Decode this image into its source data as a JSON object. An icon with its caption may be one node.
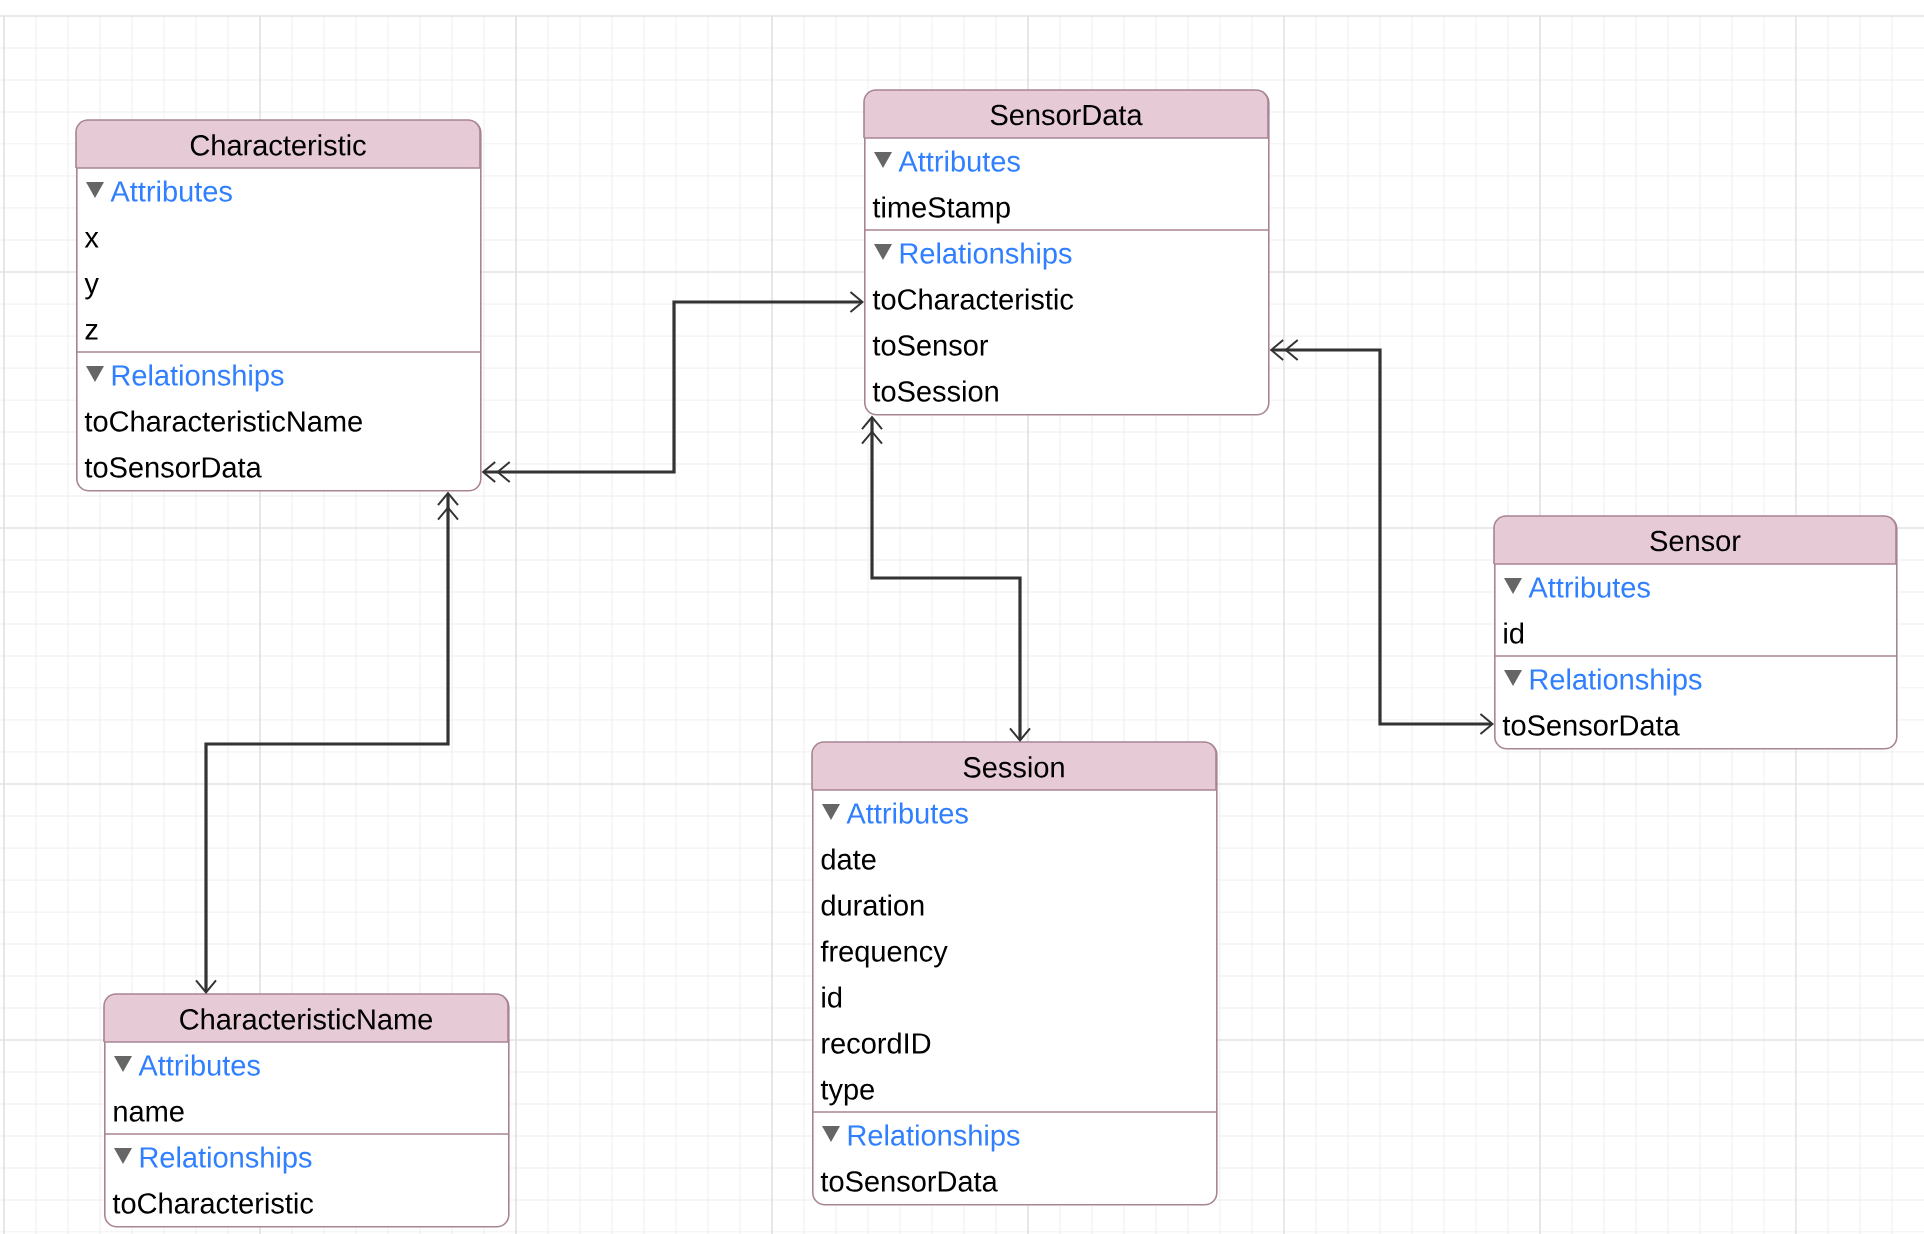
{
  "diagram": {
    "nodes": [
      {
        "text": [
          "Characteristic"
        ]
      },
      {
        "text": [
          "Attributes",
          "x",
          "y",
          "z"
        ],
        "in": 0
      },
      {
        "text": [
          "Relationships",
          "toCharacteristicName",
          "toSensorData"
        ],
        "in": 0
      },
      {
        "text": [
          "SensorData"
        ]
      },
      {
        "text": [
          "Attributes",
          "timeStamp"
        ],
        "in": 3
      },
      {
        "text": [
          "Relationships",
          "toCharacteristic",
          "toSensor",
          "toSession"
        ],
        "in": 3
      },
      {
        "text": [
          "Sensor"
        ]
      },
      {
        "text": [
          "Attributes",
          "id"
        ],
        "in": 6
      },
      {
        "text": [
          "Relationships",
          "toSensorData"
        ],
        "in": 6
      },
      {
        "text": [
          "Session"
        ]
      },
      {
        "text": [
          "Attributes",
          "date",
          "duration",
          "frequency",
          "id",
          "recordID",
          "type"
        ],
        "in": 9
      },
      {
        "text": [
          "Relationships",
          "toSensorData"
        ],
        "in": 9
      },
      {
        "text": [
          "CharacteristicName"
        ]
      },
      {
        "text": [
          "Attributes",
          "name"
        ],
        "in": 12
      },
      {
        "text": [
          "Relationships",
          "toCharacteristic"
        ],
        "in": 12
      }
    ],
    "edges": [
      {
        "from": 0,
        "to": 3,
        "arrow": "both"
      },
      {
        "from": 3,
        "to": 9,
        "arrow": "both"
      },
      {
        "from": 3,
        "to": 6,
        "arrow": "both"
      },
      {
        "from": 0,
        "to": 12,
        "arrow": "both"
      }
    ]
  }
}
